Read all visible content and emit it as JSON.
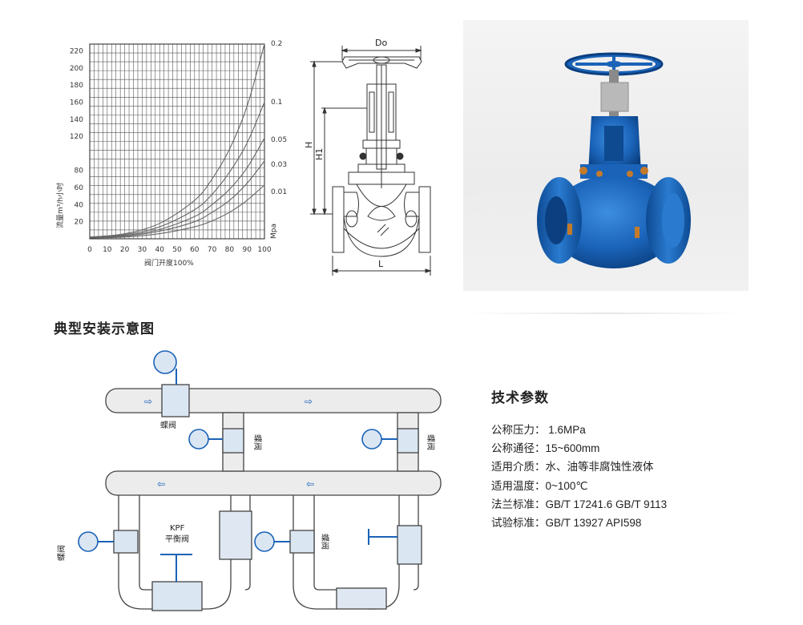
{
  "chart_data": {
    "type": "line",
    "title": "",
    "xlabel": "阀门开度100%",
    "ylabel": "流量m³/h小时",
    "x_ticks": [
      0,
      10,
      20,
      30,
      40,
      50,
      60,
      70,
      80,
      90,
      100
    ],
    "y_ticks": [
      20,
      40,
      60,
      80,
      120,
      140,
      160,
      180,
      200,
      220
    ],
    "right_axis_label": "Mpa",
    "xlim": [
      0,
      100
    ],
    "ylim": [
      0,
      228
    ],
    "grid": true,
    "series": [
      {
        "name": "0.2",
        "x": [
          0,
          20,
          40,
          60,
          70,
          80,
          90,
          100
        ],
        "y": [
          2,
          6,
          18,
          45,
          70,
          105,
          155,
          228
        ]
      },
      {
        "name": "0.1",
        "x": [
          0,
          20,
          40,
          60,
          70,
          80,
          90,
          100
        ],
        "y": [
          2,
          5,
          14,
          34,
          52,
          78,
          112,
          160
        ]
      },
      {
        "name": "0.05",
        "x": [
          0,
          20,
          40,
          60,
          70,
          80,
          90,
          100
        ],
        "y": [
          1,
          4,
          11,
          26,
          40,
          58,
          83,
          118
        ]
      },
      {
        "name": "0.03",
        "x": [
          0,
          20,
          40,
          60,
          70,
          80,
          90,
          100
        ],
        "y": [
          1,
          3,
          9,
          20,
          31,
          45,
          65,
          91
        ]
      },
      {
        "name": "0.01",
        "x": [
          0,
          20,
          40,
          60,
          70,
          80,
          90,
          100
        ],
        "y": [
          1,
          2,
          6,
          14,
          21,
          31,
          45,
          63
        ]
      }
    ]
  },
  "drawing": {
    "dim_top": "Do",
    "dim_h": "H",
    "dim_h1": "H1",
    "dim_bottom": "L"
  },
  "installation": {
    "title": "典型安装示意图",
    "valve_label": "蝶阀",
    "kpf_label": "KPF",
    "balance_label": "平衡阀",
    "arrow": "⇨",
    "arrow_left": "⇦"
  },
  "specs": {
    "title": "技术参数",
    "rows": [
      "公称压力： 1.6MPa",
      "公称通径：15~600mm",
      "适用介质：水、油等非腐蚀性液体",
      "适用温度：0~100℃",
      "法兰标准：GB/T 17241.6 GB/T 9113",
      "试验标准：GB/T 13927 API598"
    ]
  },
  "colors": {
    "valve_blue": "#1a63b8",
    "valve_blue_dark": "#0e4a90",
    "pipe_gray": "#e9e9e9",
    "line": "#444444"
  }
}
